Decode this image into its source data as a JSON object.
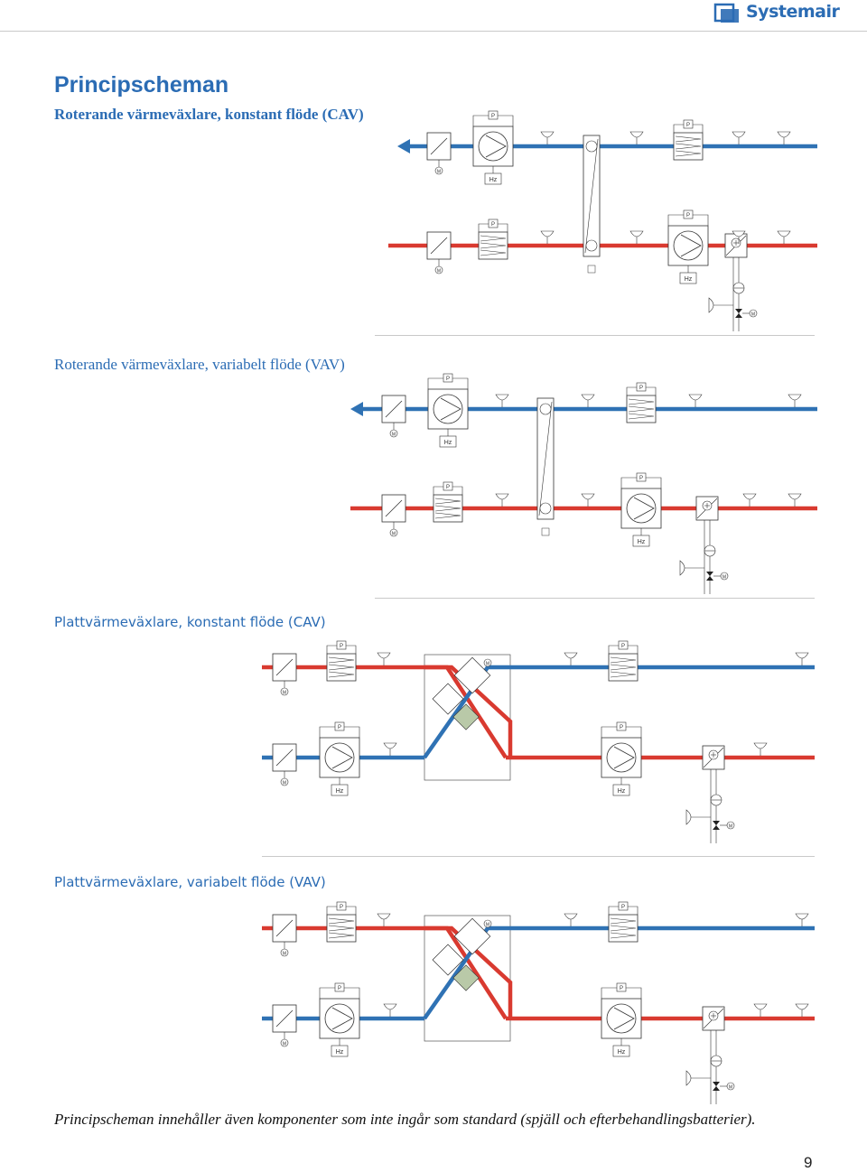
{
  "header": {
    "brand": "Systemair"
  },
  "page": {
    "title": "Principscheman",
    "sections": [
      {
        "title": "Roterande värmeväxlare, konstant flöde (CAV)"
      },
      {
        "title": "Roterande värmeväxlare, variabelt flöde (VAV)"
      },
      {
        "title": "Plattvärmeväxlare, konstant flöde (CAV)"
      },
      {
        "title": "Plattvärmeväxlare, variabelt flöde (VAV)"
      }
    ],
    "footnote": "Principscheman innehåller även komponenter som inte ingår som standard (spjäll och efterbehandlingsbatterier).",
    "page_number": "9"
  },
  "labels": {
    "p": "P",
    "m": "M",
    "hz": "Hz"
  },
  "colors": {
    "supply": "#d93a30",
    "extract": "#2f72b4",
    "brand": "#2b6cb4"
  }
}
